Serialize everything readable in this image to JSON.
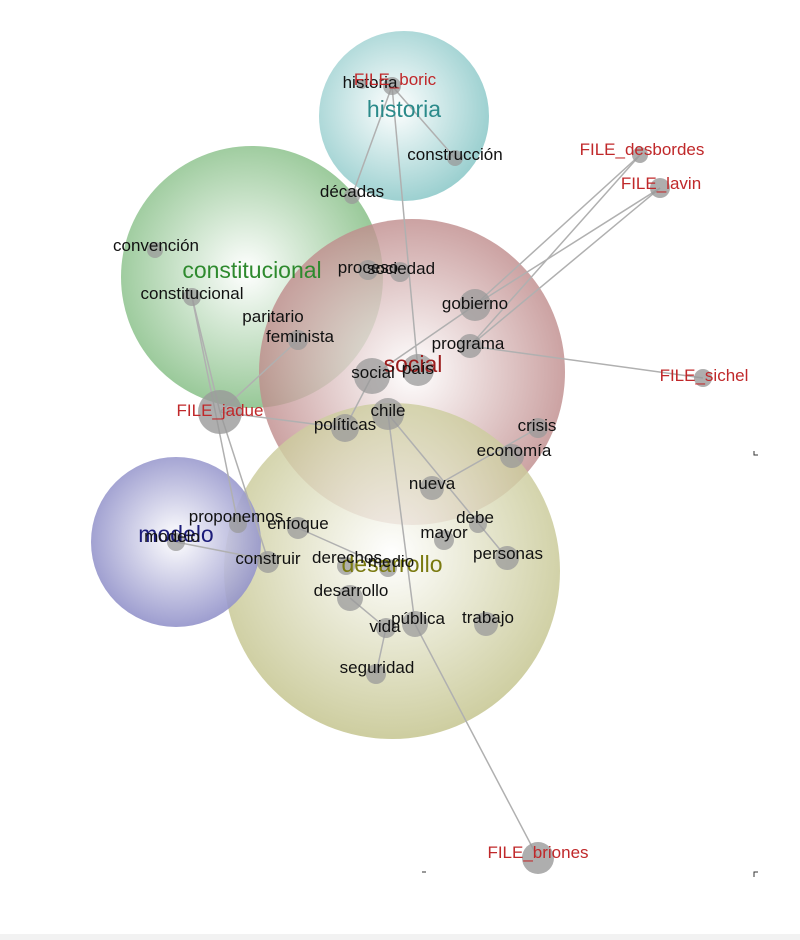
{
  "clusters": [
    {
      "id": "historia",
      "label": "historia",
      "color": "#2a8a8a",
      "fill": "#9fd3d3"
    },
    {
      "id": "constitucional",
      "label": "constitucional",
      "color": "#2e8a2e",
      "fill": "#8cc48c"
    },
    {
      "id": "social",
      "label": "social",
      "color": "#9b1c1c",
      "fill": "#c08080"
    },
    {
      "id": "desarrollo",
      "label": "desarrollo",
      "color": "#7a7a10",
      "fill": "#c9c98a"
    },
    {
      "id": "modelo",
      "label": "modelo",
      "color": "#1c1c7a",
      "fill": "#8a8ac9"
    }
  ],
  "terms": [
    "historia",
    "construcción",
    "décadas",
    "convención",
    "constitucional",
    "proceso",
    "sociedad",
    "paritario",
    "feminista",
    "gobierno",
    "programa",
    "social",
    "país",
    "chile",
    "políticas",
    "crisis",
    "economía",
    "nueva",
    "debe",
    "mayor",
    "personas",
    "proponemos",
    "modelo",
    "enfoque",
    "construir",
    "derechos",
    "medio",
    "desarrollo",
    "pública",
    "trabajo",
    "vida",
    "seguridad"
  ],
  "files": [
    "FILE_boric",
    "FILE_desbordes",
    "FILE_lavin",
    "FILE_sichel",
    "FILE_jadue",
    "FILE_briones"
  ],
  "colors": {
    "file_label": "#c0282a",
    "term_label": "#111111",
    "node": "#9a9a9a",
    "edge": "#b4b4b4"
  }
}
